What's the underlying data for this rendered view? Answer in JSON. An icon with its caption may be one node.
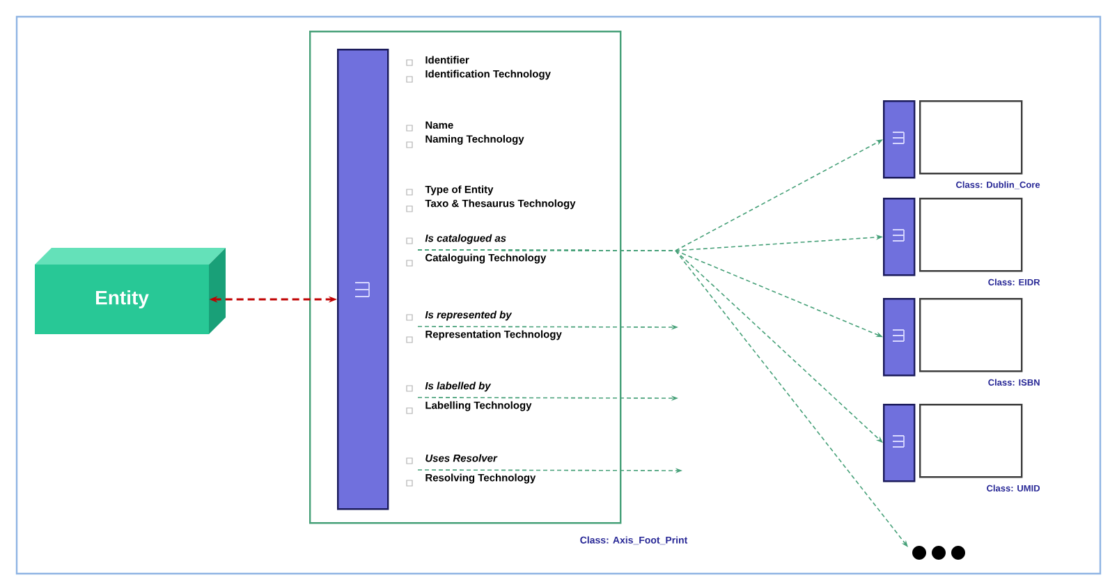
{
  "diagram": {
    "nodes": [
      {
        "text": [
          "Entity"
        ]
      },
      {
        "text": [
          "Class: Axis_Foot_Print"
        ]
      },
      {
        "text": [],
        "shape": "bar",
        "in": 1
      },
      {
        "text": [
          "Identifier",
          "Identification Technology"
        ],
        "in": 1
      },
      {
        "text": [
          "Name",
          "Naming Technology"
        ],
        "in": 1
      },
      {
        "text": [
          "Type of Entity",
          "Taxo & Thesaurus Technology"
        ],
        "in": 1
      },
      {
        "text": [
          "Is catalogued as",
          "Cataloguing Technology"
        ],
        "in": 1
      },
      {
        "text": [
          "Is represented by",
          "Representation Technology"
        ],
        "in": 1
      },
      {
        "text": [
          "Is labelled by",
          "Labelling Technology"
        ],
        "in": 1
      },
      {
        "text": [
          "Uses Resolver",
          "Resolving Technology"
        ],
        "in": 1
      },
      {
        "text": [],
        "shape": "bar"
      },
      {
        "text": [],
        "shape": "box",
        "beside": [
          "Class: Dublin_Core"
        ]
      },
      {
        "text": [],
        "shape": "bar"
      },
      {
        "text": [],
        "shape": "box",
        "beside": [
          "Class: EIDR"
        ]
      },
      {
        "text": [],
        "shape": "bar"
      },
      {
        "text": [],
        "shape": "box",
        "beside": [
          "Class: ISBN"
        ]
      },
      {
        "text": [],
        "shape": "bar"
      },
      {
        "text": [],
        "shape": "box",
        "beside": [
          "Class: UMID"
        ]
      },
      {
        "text": [],
        "shape": "dots"
      }
    ],
    "edges": [
      {
        "from": 0,
        "to": 2,
        "arrow": "both",
        "style": "dashed",
        "color": "#c00000"
      },
      {
        "from": 6,
        "to": 10,
        "arrow": "to",
        "style": "dashed"
      },
      {
        "from": 6,
        "to": 12,
        "arrow": "to",
        "style": "dashed"
      },
      {
        "from": 6,
        "to": 14,
        "arrow": "to",
        "style": "dashed"
      },
      {
        "from": 6,
        "to": 16,
        "arrow": "to",
        "style": "dashed"
      },
      {
        "from": 6,
        "to": 18,
        "arrow": "to",
        "style": "dashed"
      },
      {
        "from": 7,
        "to": null,
        "arrow": "to",
        "style": "dashed"
      },
      {
        "from": 8,
        "to": null,
        "arrow": "to",
        "style": "dashed"
      },
      {
        "from": 9,
        "to": null,
        "arrow": "to",
        "style": "dashed"
      }
    ]
  }
}
